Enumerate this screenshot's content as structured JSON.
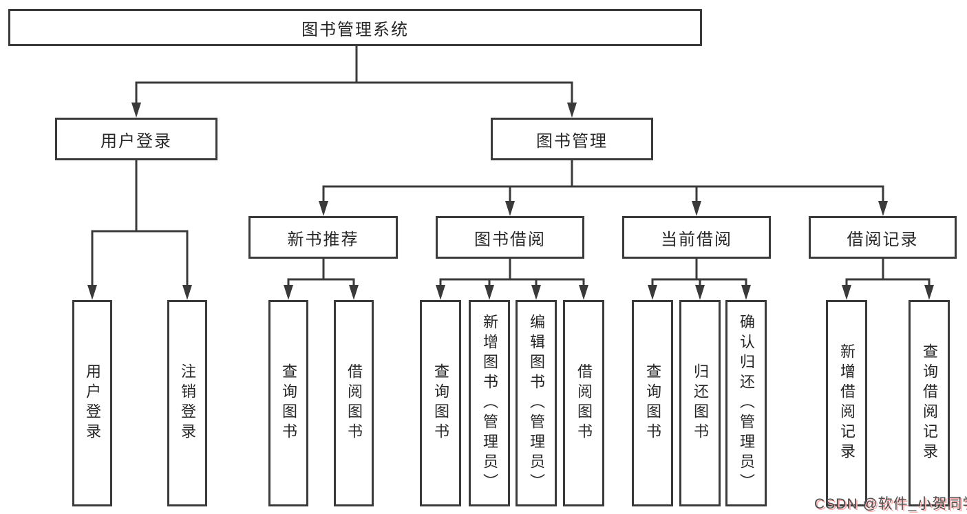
{
  "diagram": {
    "root": {
      "label": "图书管理系统"
    },
    "branches": [
      {
        "label": "用户登录",
        "children": [
          {
            "label": "用户登录"
          },
          {
            "label": "注销登录"
          }
        ]
      },
      {
        "label": "图书管理",
        "children": [
          {
            "label": "新书推荐",
            "children": [
              {
                "label": "查询图书"
              },
              {
                "label": "借阅图书"
              }
            ]
          },
          {
            "label": "图书借阅",
            "children": [
              {
                "label": "查询图书"
              },
              {
                "label": "新增图书（管理员）"
              },
              {
                "label": "编辑图书（管理员）"
              },
              {
                "label": "借阅图书"
              }
            ]
          },
          {
            "label": "当前借阅",
            "children": [
              {
                "label": "查询图书"
              },
              {
                "label": "归还图书"
              },
              {
                "label": "确认归还（管理员）"
              }
            ]
          },
          {
            "label": "借阅记录",
            "children": [
              {
                "label": "新增借阅记录"
              },
              {
                "label": "查询借阅记录"
              }
            ]
          }
        ]
      }
    ]
  },
  "watermark": {
    "text": "CSDN @软件_小贺同学"
  },
  "colors": {
    "line": "#3a3a3a",
    "box_border": "#3a3a3a",
    "box_fill": "#ffffff",
    "text": "#262626",
    "watermark_text": "#4f4f4f",
    "watermark_shadow": "#ffaaaa"
  }
}
